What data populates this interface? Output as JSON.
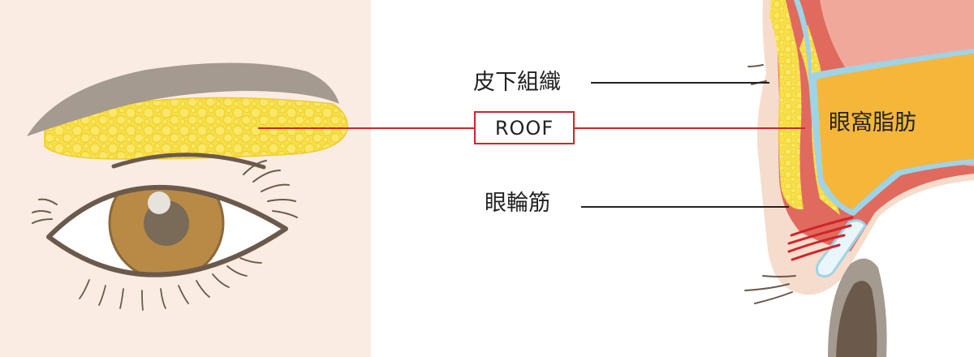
{
  "labels": {
    "subcutaneous_tissue": "皮下組織",
    "roof": "ROOF",
    "orbicularis_muscle": "眼輪筋",
    "orbital_fat": "眼窩脂肪"
  },
  "colors": {
    "left_panel_bg": "#fbece3",
    "brow": "#a49a8f",
    "fat_yellow": "#f7e04a",
    "iris": "#b98a45",
    "pupil": "#7a6a58",
    "eye_outline": "#6b5a4c",
    "leader_red": "#d2232a",
    "leader_black": "#222222",
    "skin_pink": "#f6dccd",
    "muscle_red": "#e06a5e",
    "septum_blue": "#9fd3e6",
    "orbital_fat_orange": "#f6b63a"
  }
}
